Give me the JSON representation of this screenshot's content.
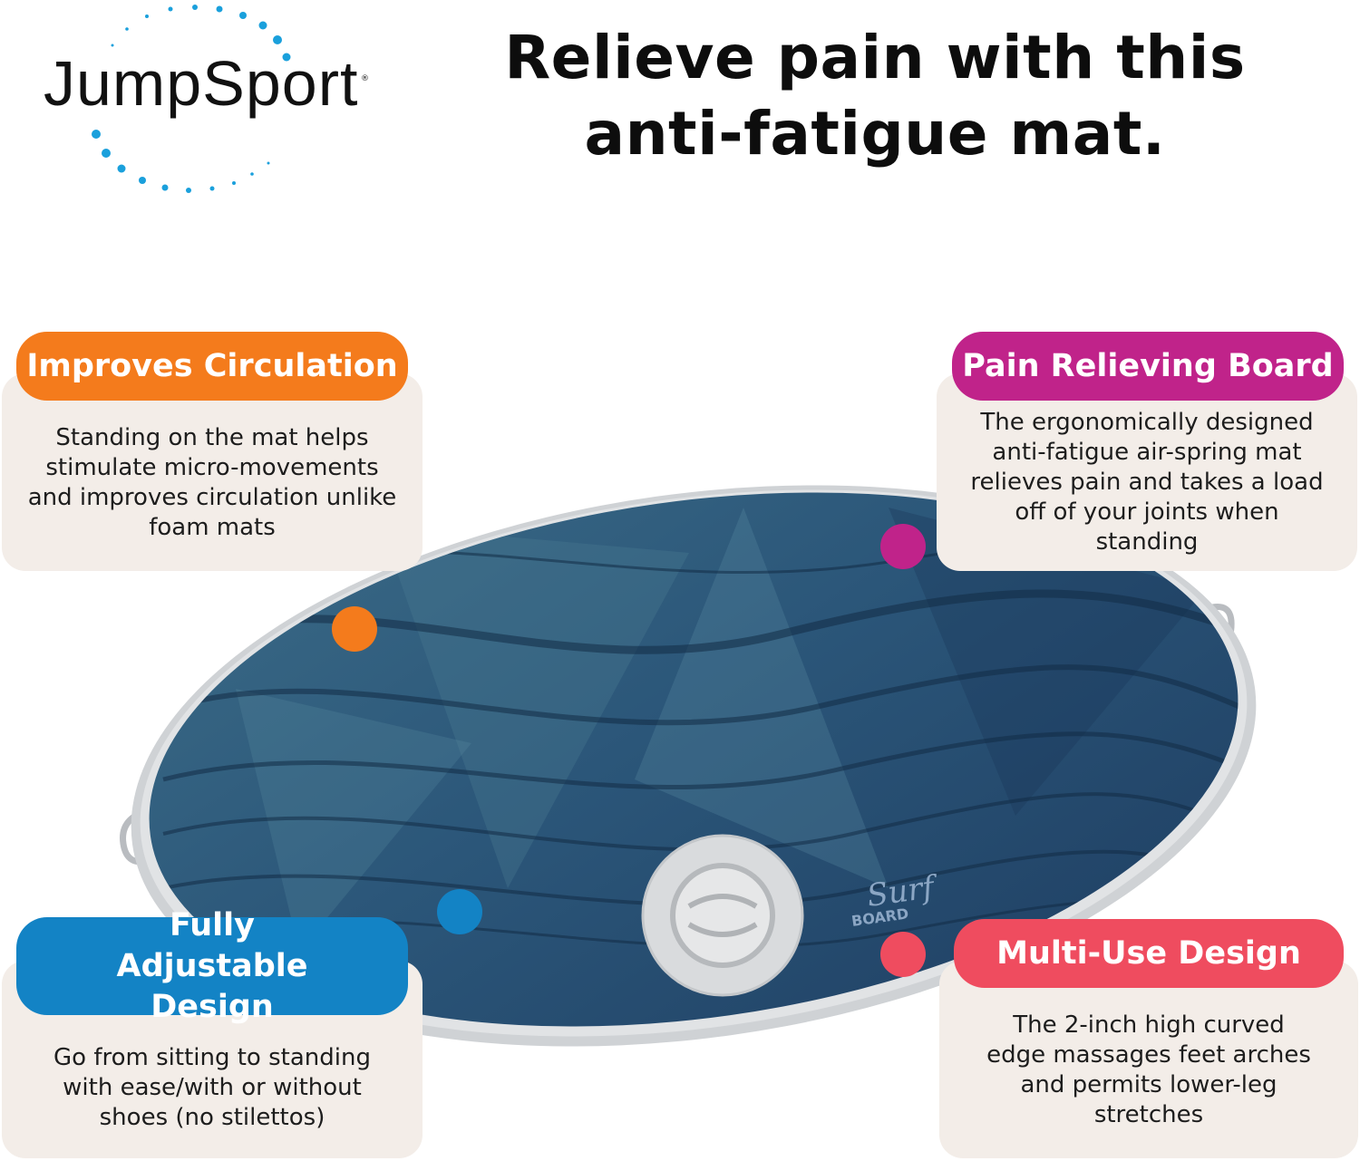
{
  "brand": {
    "name": "JumpSport",
    "registered": "®",
    "accent": "#1aa0dc"
  },
  "headline": {
    "line1": "Relieve pain with this",
    "line2": "anti-fatigue mat."
  },
  "product": {
    "label_line1": "Surf",
    "label_line2": "BOARD",
    "colors": {
      "top": "#2c4f6e",
      "rim": "#d8dadc"
    }
  },
  "features": [
    {
      "title": "Improves Circulation",
      "description": "Standing on the mat helps stimulate micro-movements and improves circulation unlike foam mats",
      "color": "#f47b1c"
    },
    {
      "title": "Pain Relieving Board",
      "description": "The ergonomically designed anti-fatigue air-spring mat relieves pain and takes a load off of your joints when standing",
      "color": "#c0238a"
    },
    {
      "title": "Fully Adjustable Design",
      "description": "Go from sitting to standing with ease/with or without shoes (no stilettos)",
      "color": "#1383c5"
    },
    {
      "title": "Multi-Use Design",
      "description": "The 2-inch high curved edge massages feet arches and permits lower-leg stretches",
      "color": "#ef4c5f"
    }
  ]
}
